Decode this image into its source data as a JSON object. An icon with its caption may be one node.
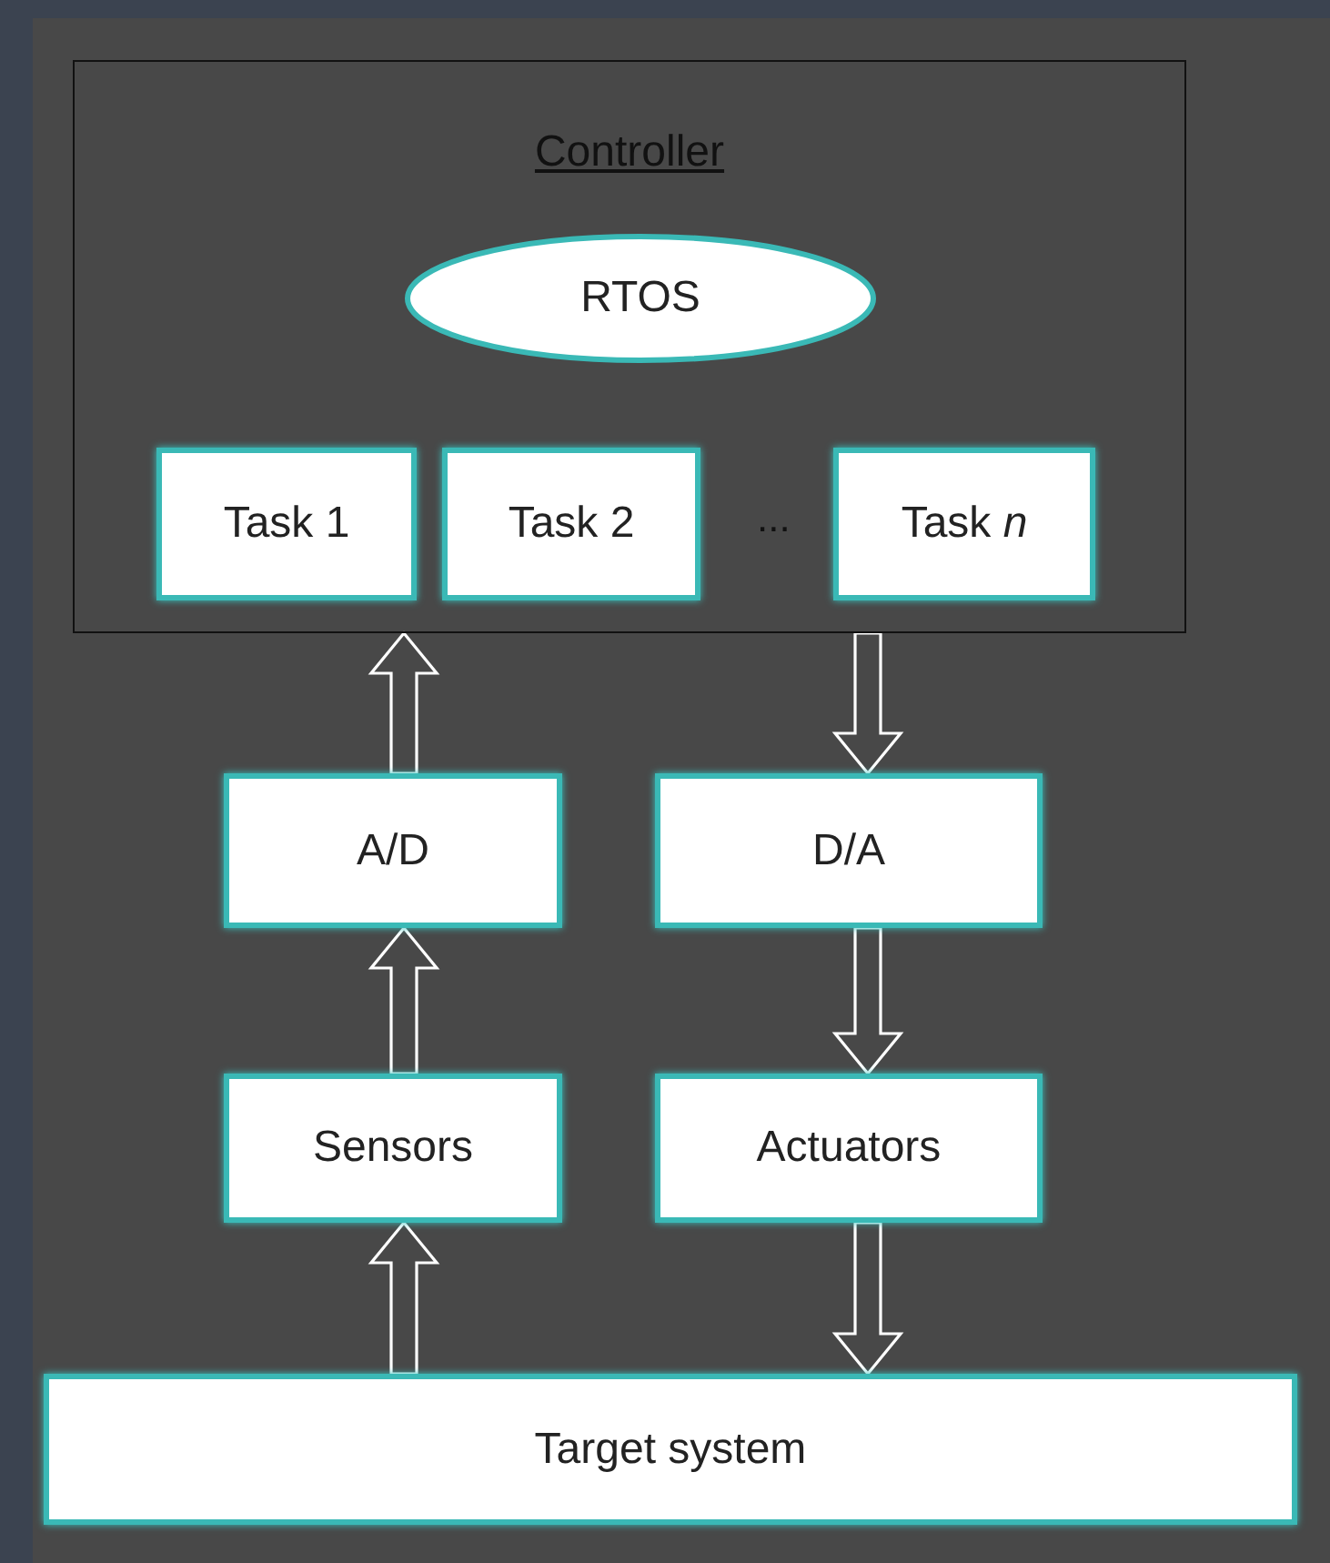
{
  "diagram": {
    "nodes": [
      {
        "text": [
          "Controller"
        ]
      },
      {
        "text": [
          "RTOS"
        ],
        "in": 0
      },
      {
        "text": [
          "Task 1"
        ],
        "in": 0
      },
      {
        "text": [
          "Task 2"
        ],
        "in": 0
      },
      {
        "text": [
          "Task *n*"
        ],
        "in": 0
      },
      {
        "text": [
          "A/D"
        ]
      },
      {
        "text": [
          "D/A"
        ]
      },
      {
        "text": [
          "Sensors"
        ]
      },
      {
        "text": [
          "Actuators"
        ]
      },
      {
        "text": [
          "Target system"
        ]
      }
    ],
    "edges": [
      {
        "from": 5,
        "to": 0,
        "arrow": "to"
      },
      {
        "from": 0,
        "to": 6,
        "arrow": "to"
      },
      {
        "from": 7,
        "to": 5,
        "arrow": "to"
      },
      {
        "from": 6,
        "to": 8,
        "arrow": "to"
      },
      {
        "from": 9,
        "to": 7,
        "arrow": "to"
      },
      {
        "from": 8,
        "to": 9,
        "arrow": "to"
      }
    ],
    "labels": [
      "..."
    ]
  }
}
